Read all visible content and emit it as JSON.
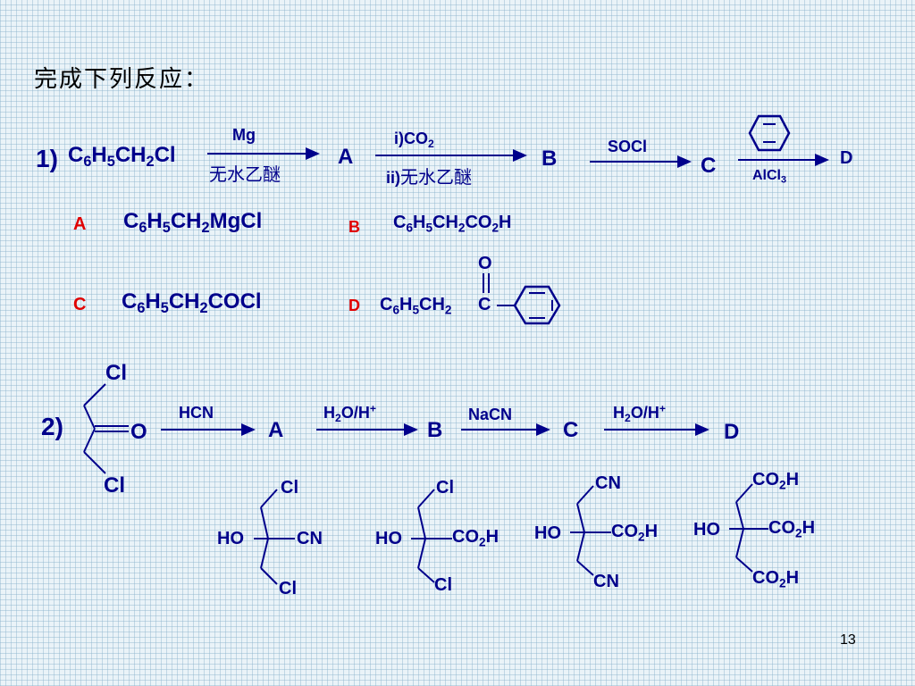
{
  "page": {
    "title": "完成下列反应：",
    "page_number": "13"
  },
  "r1": {
    "label": "1)",
    "step1": {
      "above": "Mg",
      "below": "无水乙醚"
    },
    "step2": {
      "above_prefix": "i)CO",
      "above_sub": "2",
      "below_prefix": "ii)",
      "below_cn": "无水乙醚"
    },
    "step3": {
      "above": "SOCl"
    },
    "step4": {
      "below_prefix": "AlCl",
      "below_sub": "3"
    },
    "letters": {
      "A": "A",
      "B": "B",
      "C": "C",
      "D": "D"
    },
    "answers": {
      "A_label": "A",
      "B_label": "B",
      "C_label": "C",
      "D_label": "D",
      "D_O": "O",
      "D_C": "C"
    }
  },
  "r2": {
    "label": "2)",
    "reactant": {
      "cl_top": "Cl",
      "o": "O",
      "cl_bot": "Cl"
    },
    "step1": {
      "above": "HCN"
    },
    "step2": {
      "above": "H2O/H+"
    },
    "step3": {
      "above": "NaCN"
    },
    "step4": {
      "above": "H2O/H+"
    },
    "letters": {
      "A": "A",
      "B": "B",
      "C": "C",
      "D": "D"
    },
    "products": [
      {
        "top": "Cl",
        "left": "HO",
        "right": "CN",
        "bottom": "Cl"
      },
      {
        "top": "Cl",
        "left": "HO",
        "right": "CO2H",
        "bottom": "Cl"
      },
      {
        "top": "CN",
        "left": "HO",
        "right": "CO2H",
        "bottom": "CN"
      },
      {
        "top": "CO2H",
        "left": "HO",
        "right": "CO2H",
        "bottom": "CO2H"
      }
    ]
  },
  "colors": {
    "formula": "#00008b",
    "answer_label": "#e00000"
  }
}
